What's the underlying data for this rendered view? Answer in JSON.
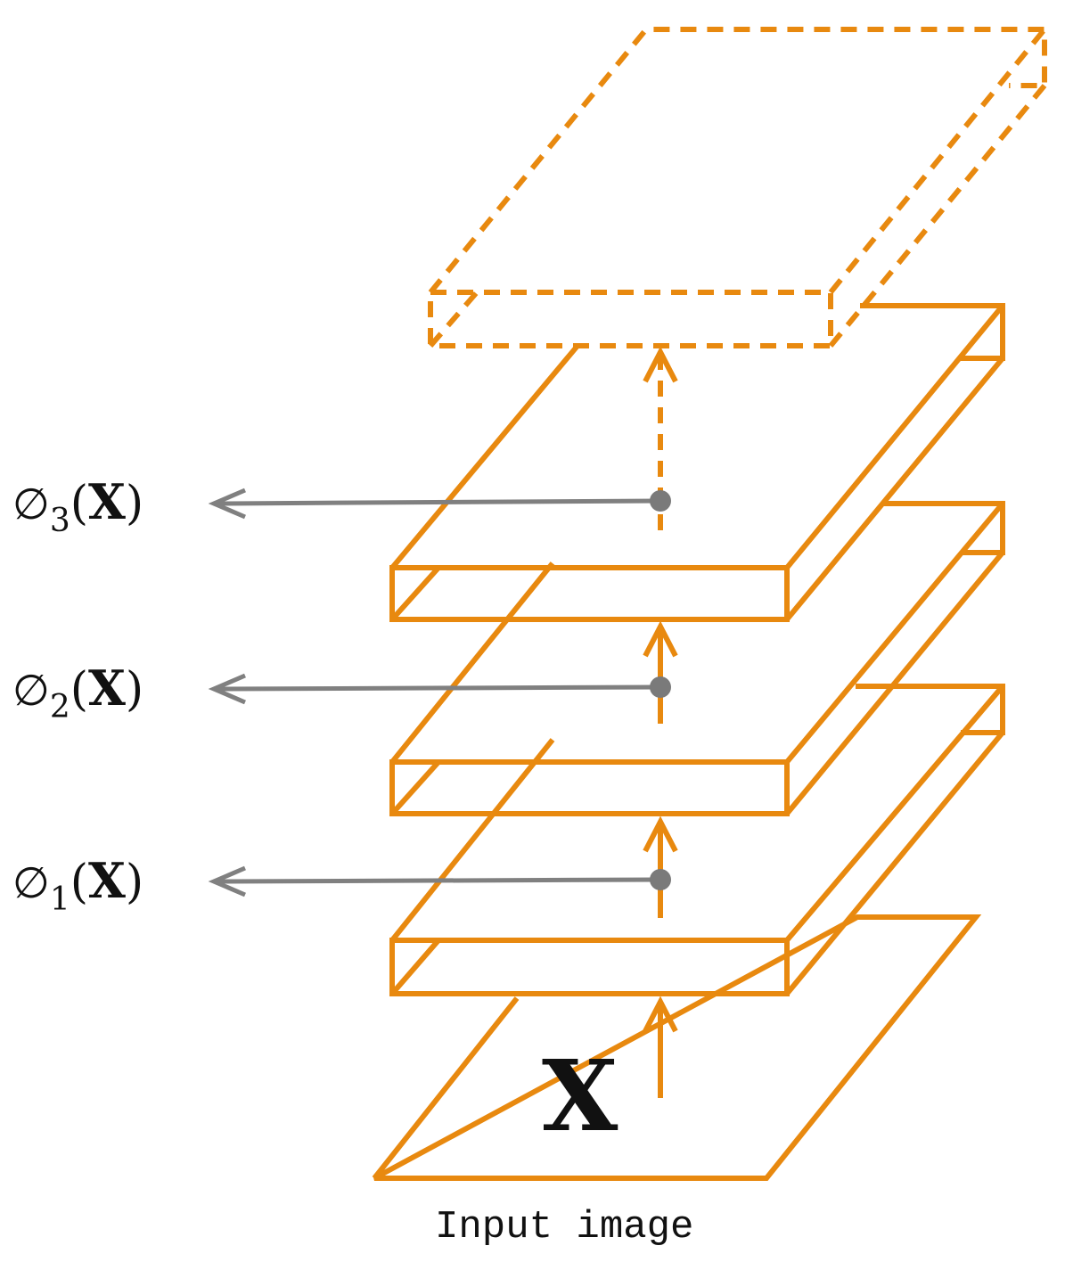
{
  "colors": {
    "layer": "#e8890f",
    "arrow": "#e8890f",
    "feature_line": "#808080",
    "feature_dot": "#7a7a7a"
  },
  "input": {
    "symbol": "X",
    "caption": "Input image"
  },
  "features": [
    {
      "symbol": "∅",
      "index": "3",
      "open": "(",
      "arg": "X",
      "close": ")"
    },
    {
      "symbol": "∅",
      "index": "2",
      "open": "(",
      "arg": "X",
      "close": ")"
    },
    {
      "symbol": "∅",
      "index": "1",
      "open": "(",
      "arg": "X",
      "close": ")"
    }
  ]
}
